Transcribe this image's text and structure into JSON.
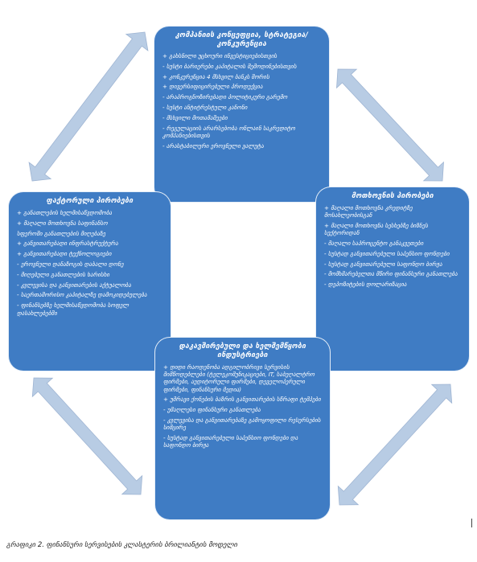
{
  "colors": {
    "box_fill": "#3f7cc4",
    "arrow_fill": "#b8cce4",
    "arrow_stroke": "#9fb5d3",
    "text": "#ffffff"
  },
  "top": {
    "title": "კომპანიის კონცეფცია, სტრატეგია/კონკურენცია",
    "items": [
      "+ გახსნილი უცხოური ინვესტიციებისთვის",
      "- სუსტი ბარიერები კაპიტალის შემოდინებისთვის",
      "+ კონკურენცია 4 მსხვილ ბანკს შორის",
      "+ დივერსიფიცირებული პროდუქცია",
      "- არაპროგნოზირებადი პოლიტიკური გარემო",
      "- სუსტი ანტიტრესტული კანონი",
      "- მსხვილი მოთამაშეები",
      "- რეგულაციის არარსებობა ონლაინ საკრედიტო კომპანიებისთვის",
      "- არასტაბილური ეროვნული ვალუტა"
    ]
  },
  "left": {
    "title": "ფაქტორული პირობები",
    "items": [
      "+ განათლების ხელმისაწვდომობა",
      "+ მაღალი მოთხოვნა საფინანსო",
      "სფეროში განათლების მიღებაზე",
      "+ განვითარებადი ინფრასტრუქტურა",
      "+ განვითარებადი ტექნოლოგიები",
      "- ეროვნული დანაზოგის დაბალი დონე",
      "- მიღებული განათლების ხარისხი",
      "- კვლევისა და განვითარების აქტუალობა",
      "- საერთაშორისო კაპიტალზე დამოკიდებულება",
      "- ფინანსებზე ხელმისაწვდომობა სოფელ დასახლებებში"
    ]
  },
  "right": {
    "title": "მოთხოვნის პირობები",
    "items": [
      "+ მაღალი მოთხოვნა კრედიტზე მოსახლეობისგან",
      "+ მაღალი მოთხოვნა სესხებზე ბიზნეს სექტორიდან",
      "- მაღალი საპროცენტო განაკვეთები",
      "- სუსტად განვითარებული საპენსიო ფონდები",
      "- სუსტად განვითარებული საფონდო ბირჟა",
      "- მომხმარებელთა მწირი ფინანსური განათლება",
      "- დეპოზიტების დოლარიზაცია"
    ]
  },
  "bottom": {
    "title": "დაკავშირებული და ხელშემწყობი ინდუსტრიები",
    "items": [
      "+ დიდი რაოდენობა ადგილობრივი სერვისის მიმწოდებლები (ტელეკომუნიკაციები, IT, საბუღალტრო ფირმები, აუდიტორული ფირმები, დეველოპერული ფირმები, ფინანსური მედია)",
      "+ უმრავი ქონების ბაზრის განვითარების სწრაფი ტემპები",
      "- უმაღლესი ფინანსური განათლება",
      "- კვლევისა და განვითარებაზე გამოყოფილი რესურსების სიმცირე",
      "- სუსტად განვითარებული საპენსიო ფონდები და საფონდო ბირჟა"
    ]
  },
  "caption": "გრაფიკი 2. ფინანსური სერვისების კლასტერის ბრილიანტის მოდელი"
}
